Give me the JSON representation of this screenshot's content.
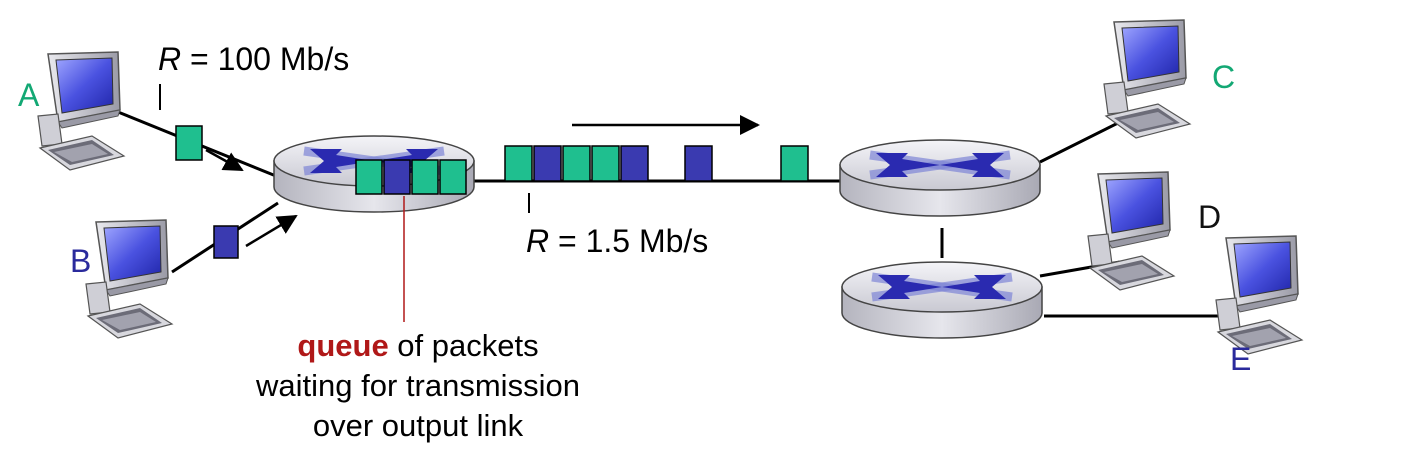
{
  "hosts": {
    "a": {
      "label": "A",
      "color": "#13a874"
    },
    "b": {
      "label": "B",
      "color": "#2a2a9c"
    },
    "c": {
      "label": "C",
      "color": "#13a874"
    },
    "d": {
      "label": "D",
      "color": "#111111"
    },
    "e": {
      "label": "E",
      "color": "#2a2a9c"
    }
  },
  "links": {
    "access": {
      "var": "R",
      "value": " = 100 Mb/s"
    },
    "output": {
      "var": "R",
      "value": " = 1.5 Mb/s"
    }
  },
  "annotation": {
    "highlight": "queue",
    "highlight_color": "#b01818",
    "line1_rest": " of packets",
    "line2": "waiting for transmission",
    "line3": "over output link"
  },
  "packet_colors": {
    "green": "#1fbf8f",
    "blue": "#3a3ab0"
  },
  "packets": {
    "queue": [
      "green",
      "blue",
      "green",
      "green"
    ],
    "output_link": [
      "green",
      "blue",
      "green",
      "green",
      "blue"
    ],
    "in_flight": [
      "blue",
      "green"
    ],
    "from_a": "green",
    "from_b": "blue"
  }
}
